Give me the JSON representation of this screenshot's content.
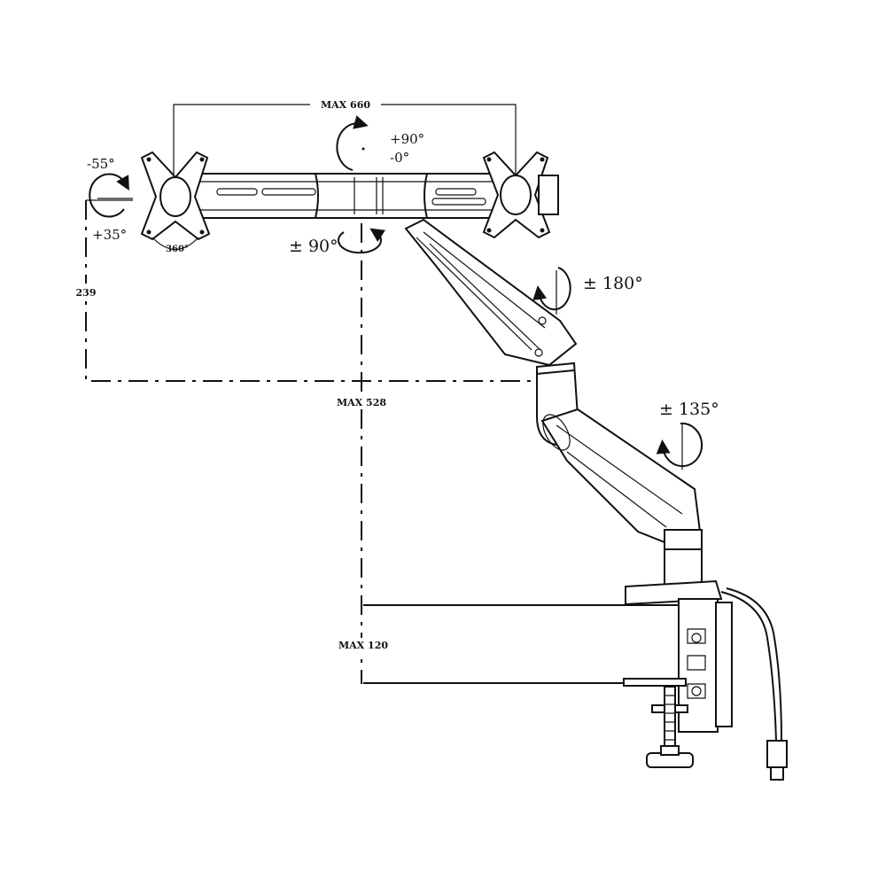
{
  "dimensions": {
    "max_width": "MAX 660",
    "max_height": "MAX 528",
    "max_desk": "MAX 120",
    "offset": "239"
  },
  "rotations": {
    "tilt_up": "+90°",
    "tilt_down": "-0°",
    "left_tilt_top": "-55°",
    "left_tilt_bottom": "+35°",
    "rotate_plate": "360°",
    "swivel_center": "± 90°",
    "swivel_elbow": "± 180°",
    "swivel_base": "± 135°"
  },
  "colors": {
    "line": "#111111",
    "background": "#ffffff"
  }
}
